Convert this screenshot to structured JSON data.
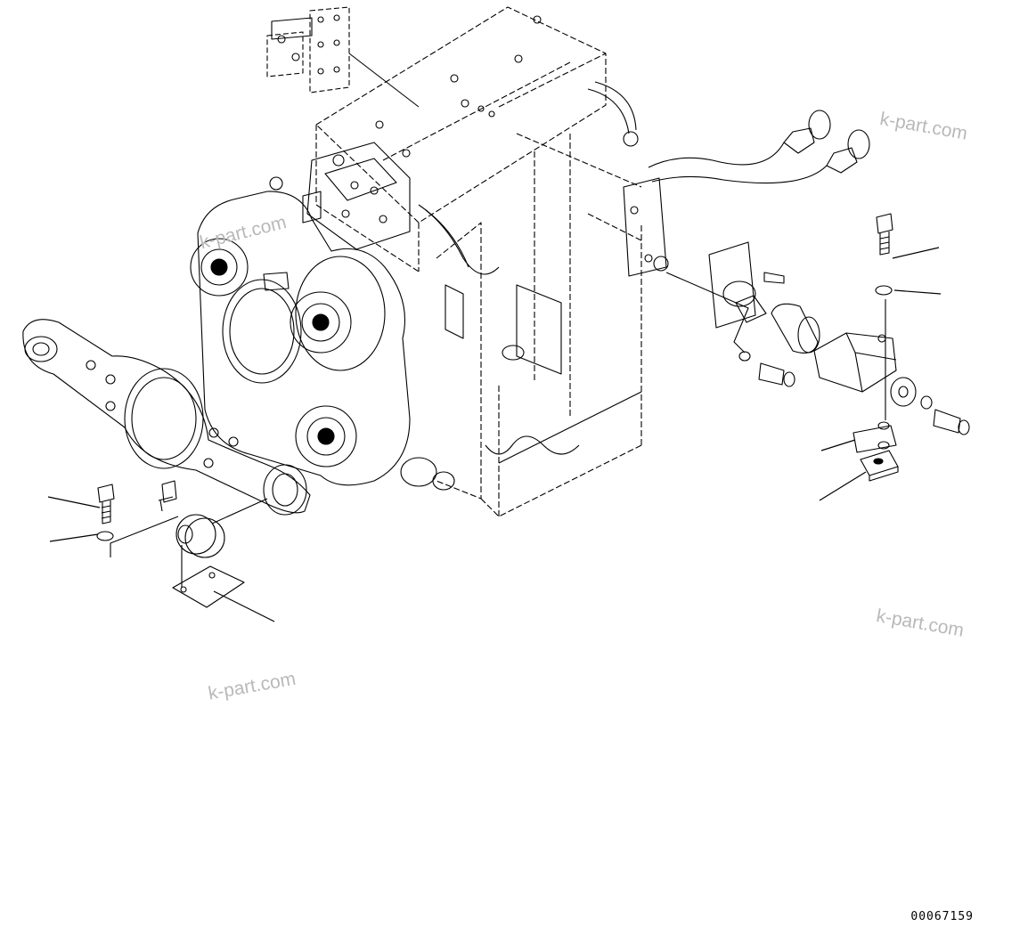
{
  "watermarks": [
    "k-part.com",
    "k-part.com",
    "k-part.com",
    "k-part.com"
  ],
  "drawing_code": "00067159",
  "colors": {
    "line": "#000000",
    "background": "#ffffff",
    "watermark": "#b9b9b9"
  }
}
